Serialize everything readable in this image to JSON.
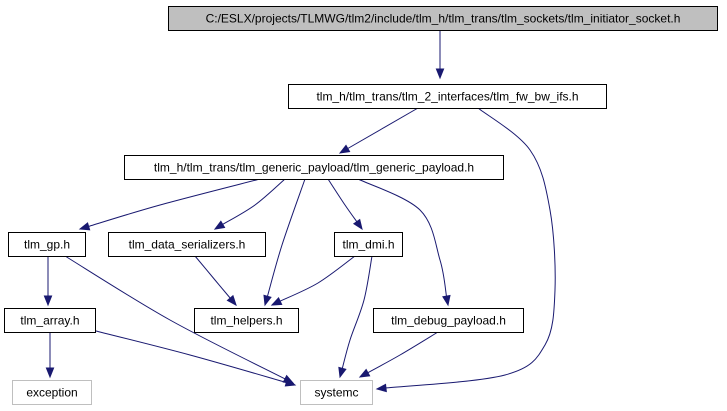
{
  "diagram": {
    "colors": {
      "edge": "#191970",
      "root_fill": "#bfbfbf",
      "node_fill": "#ffffff",
      "node_border": "#000000",
      "external_border": "#bfbfbf"
    },
    "nodes": [
      {
        "id": "root",
        "label": "C:/ESLX/projects/TLMWG/tlm2/include/tlm_h/tlm_trans/tlm_sockets/tlm_initiator_socket.h",
        "style": "root"
      },
      {
        "id": "fwbw",
        "label": "tlm_h/tlm_trans/tlm_2_interfaces/tlm_fw_bw_ifs.h",
        "style": "normal"
      },
      {
        "id": "gp_payload",
        "label": "tlm_h/tlm_trans/tlm_generic_payload/tlm_generic_payload.h",
        "style": "normal"
      },
      {
        "id": "gp",
        "label": "tlm_gp.h",
        "style": "normal"
      },
      {
        "id": "serializers",
        "label": "tlm_data_serializers.h",
        "style": "normal"
      },
      {
        "id": "dmi",
        "label": "tlm_dmi.h",
        "style": "normal"
      },
      {
        "id": "array",
        "label": "tlm_array.h",
        "style": "normal"
      },
      {
        "id": "helpers",
        "label": "tlm_helpers.h",
        "style": "normal"
      },
      {
        "id": "debug",
        "label": "tlm_debug_payload.h",
        "style": "normal"
      },
      {
        "id": "exception",
        "label": "exception",
        "style": "external"
      },
      {
        "id": "systemc",
        "label": "systemc",
        "style": "external"
      }
    ],
    "edges": [
      {
        "from": "root",
        "to": "fwbw"
      },
      {
        "from": "fwbw",
        "to": "gp_payload"
      },
      {
        "from": "fwbw",
        "to": "systemc"
      },
      {
        "from": "gp_payload",
        "to": "gp"
      },
      {
        "from": "gp_payload",
        "to": "serializers"
      },
      {
        "from": "gp_payload",
        "to": "dmi"
      },
      {
        "from": "gp_payload",
        "to": "helpers"
      },
      {
        "from": "gp_payload",
        "to": "debug"
      },
      {
        "from": "gp",
        "to": "array"
      },
      {
        "from": "gp",
        "to": "systemc"
      },
      {
        "from": "serializers",
        "to": "helpers"
      },
      {
        "from": "dmi",
        "to": "helpers"
      },
      {
        "from": "dmi",
        "to": "systemc"
      },
      {
        "from": "array",
        "to": "exception"
      },
      {
        "from": "array",
        "to": "systemc"
      },
      {
        "from": "debug",
        "to": "systemc"
      }
    ]
  }
}
